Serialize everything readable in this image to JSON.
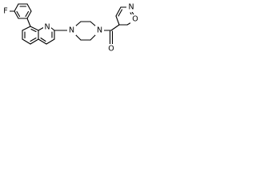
{
  "structure": {
    "substituents": {
      "fluorophenyl": {
        "fluorine_label": "F"
      },
      "isoxazole": {
        "nitrogen_label": "N",
        "oxygen_label": "O"
      },
      "carbonyl": {
        "oxygen_label": "O"
      }
    },
    "quinoline": {
      "nitrogen_label": "N"
    },
    "piperazine": {
      "nitrogen_1_label": "N",
      "nitrogen_4_label": "N"
    }
  }
}
